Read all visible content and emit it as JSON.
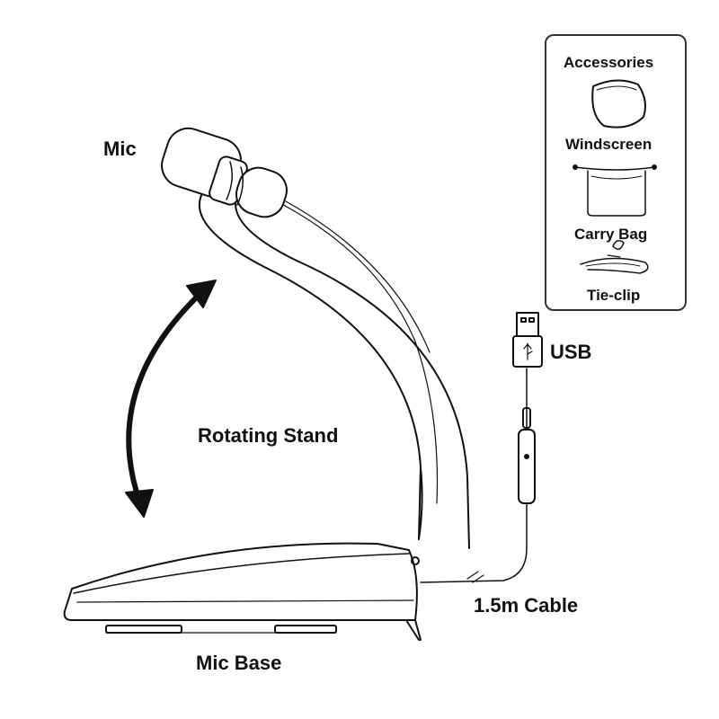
{
  "labels": {
    "mic": "Mic",
    "rotating_stand": "Rotating Stand",
    "mic_base": "Mic Base",
    "usb": "USB",
    "cable": "1.5m Cable"
  },
  "accessories": {
    "title": "Accessories",
    "items": [
      {
        "label": "Windscreen",
        "icon": "windscreen-icon"
      },
      {
        "label": "Carry Bag",
        "icon": "carry-bag-icon"
      },
      {
        "label": "Tie-clip",
        "icon": "tie-clip-icon"
      }
    ]
  },
  "colors": {
    "line": "#111111",
    "background": "#ffffff"
  }
}
